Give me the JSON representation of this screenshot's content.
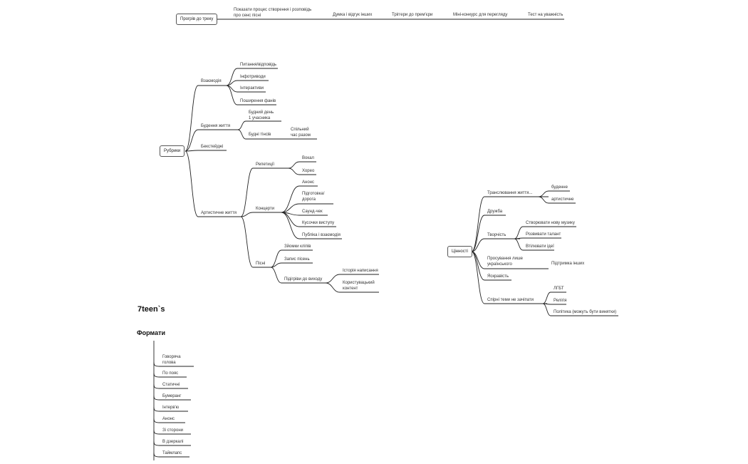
{
  "heading": "7teen`s",
  "formats": {
    "title": "Формати",
    "items": [
      "Говоряча голова",
      "По пояс",
      "Статичні",
      "Бумеранг",
      "Інтерв'ю",
      "Анонс",
      "Зі сторони",
      "В дзеркалі",
      "Таймлапс"
    ]
  },
  "warmup": {
    "root": "Прогрів до треку",
    "items": [
      "Показати процес створення і розповідь про сенс пісні",
      "Думка і відгук інших",
      "Тріггери до прем'єри",
      "Міні-конкурс для перегляду",
      "Тест на уважність"
    ]
  },
  "rubrics": {
    "root": "Рубрики",
    "interaction": {
      "label": "Взаємодія",
      "items": [
        "Питання/відповідь",
        "Інфотриводи",
        "Інтерактиви",
        "Поширення фанів"
      ]
    },
    "daily_life": {
      "label": "Будення життя",
      "items": [
        "Будний день 1 учасника",
        "Будні тінсів"
      ],
      "tins_child": "Спільний час разом"
    },
    "backstage": "Бекстейджі",
    "artistic": {
      "label": "Артистичне життя",
      "rehearsals": {
        "label": "Репетиції",
        "items": [
          "Вокал",
          "Хорео"
        ]
      },
      "concerts": {
        "label": "Концерти",
        "items": [
          "Анонс",
          "Підготовка/ дорога",
          "Саунд-чек",
          "Кусочки виступу",
          "Публіка і взаємодія"
        ]
      },
      "songs": {
        "label": "Пісні",
        "items": [
          "Зйомки кліпів",
          "Запис пісень",
          "Підігріви до виходу"
        ],
        "warmup_items": [
          "Історія написання",
          "Користувацький контент"
        ]
      }
    }
  },
  "values": {
    "root": "Цінності",
    "broadcast": {
      "label": "Транслювання життя...",
      "items": [
        "буденне",
        "артистичне"
      ]
    },
    "friendship": "Дружба",
    "creativity": {
      "label": "Творчість",
      "items": [
        "Створювати нову музику",
        "Розвивати талант",
        "Втілювати ідеї"
      ]
    },
    "promotion": {
      "label": "Просування лише українського",
      "child": "Підтримка інших"
    },
    "brightness": "Яскравість",
    "controversial": {
      "label": "Спірні теми не зачіпати",
      "items": [
        "ЛГБТ",
        "Релігія",
        "Політика (можуть бути винятки)"
      ]
    }
  }
}
